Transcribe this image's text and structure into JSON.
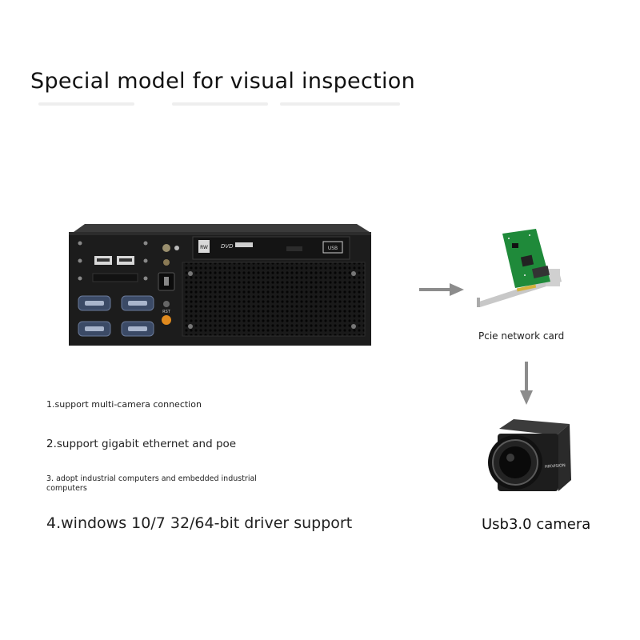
{
  "title": "Special model for visual inspection",
  "computer": {
    "drive_badge_rw": "RW",
    "drive_badge_dvd": "DVD",
    "drive_badge_usb": "USB",
    "power_label": "RST"
  },
  "network_card": {
    "label": "Pcie network card"
  },
  "camera": {
    "label": "Usb3.0 camera",
    "brand": "HIKVISION"
  },
  "features": [
    "1.support multi-camera connection",
    "2.support gigabit ethernet and poe",
    "3. adopt industrial computers and embedded industrial computers",
    "4.windows 10/7 32/64-bit driver support"
  ]
}
